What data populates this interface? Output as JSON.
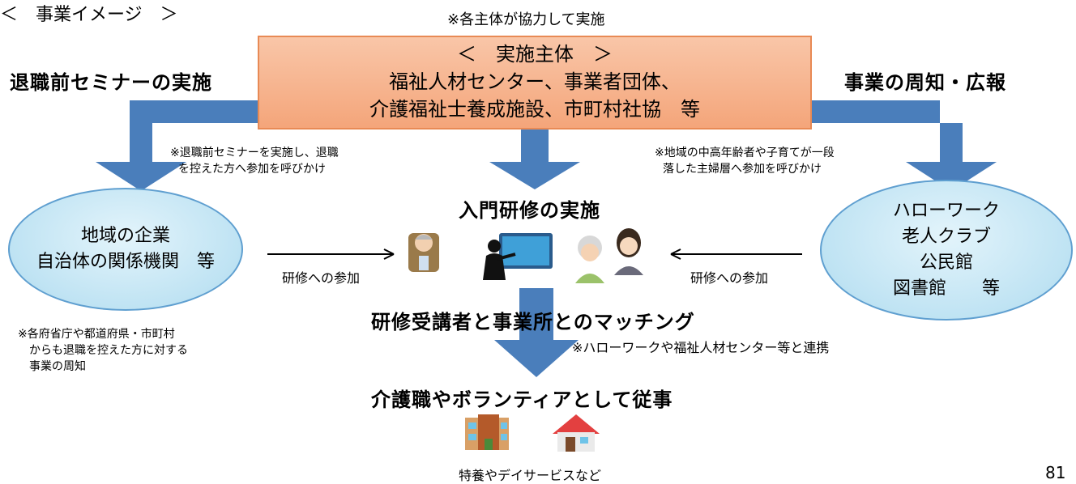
{
  "title": "＜　事業イメージ　＞",
  "top_note": "※各主体が協力して実施",
  "main_box": {
    "line1": "＜　実施主体　＞",
    "line2": "福祉人材センター、事業者団体、",
    "line3": "介護福祉士養成施設、市町村社協　等"
  },
  "left_heading": "退職前セミナーの実施",
  "right_heading": "事業の周知・広報",
  "left_note_1": "※退職前セミナーを実施し、退職",
  "left_note_2": "を控えた方へ参加を呼びかけ",
  "right_note_1": "※地域の中高年齢者や子育てが一段",
  "right_note_2": "落した主婦層へ参加を呼びかけ",
  "center_heading": "入門研修の実施",
  "left_ellipse": {
    "line1": "地域の企業",
    "line2": "自治体の関係機関　等"
  },
  "right_ellipse": {
    "line1": "ハローワーク",
    "line2": "老人クラブ",
    "line3": "公民館",
    "line4": "図書館　　等"
  },
  "left_arrow_label": "研修への参加",
  "right_arrow_label": "研修への参加",
  "bottom_left_note": {
    "line1": "※各府省庁や都道府県・市町村",
    "line2": "からも退職を控えた方に対する",
    "line3": "事業の周知"
  },
  "matching_heading": "研修受講者と事業所とのマッチング",
  "matching_note": "※ハローワークや福祉人材センター等と連携",
  "final_heading": "介護職やボランティアとして従事",
  "facility_caption": "特養やデイサービスなど",
  "page_number": "81",
  "colors": {
    "arrow": "#4a7ebb",
    "box_fill": "#f6b08a",
    "ellipse_fill": "#c4e5f4"
  },
  "icons": [
    "elderly-man-icon",
    "lecturer-screen-icon",
    "elderly-woman-icon",
    "young-woman-icon",
    "care-facility-building-icon",
    "house-icon"
  ]
}
